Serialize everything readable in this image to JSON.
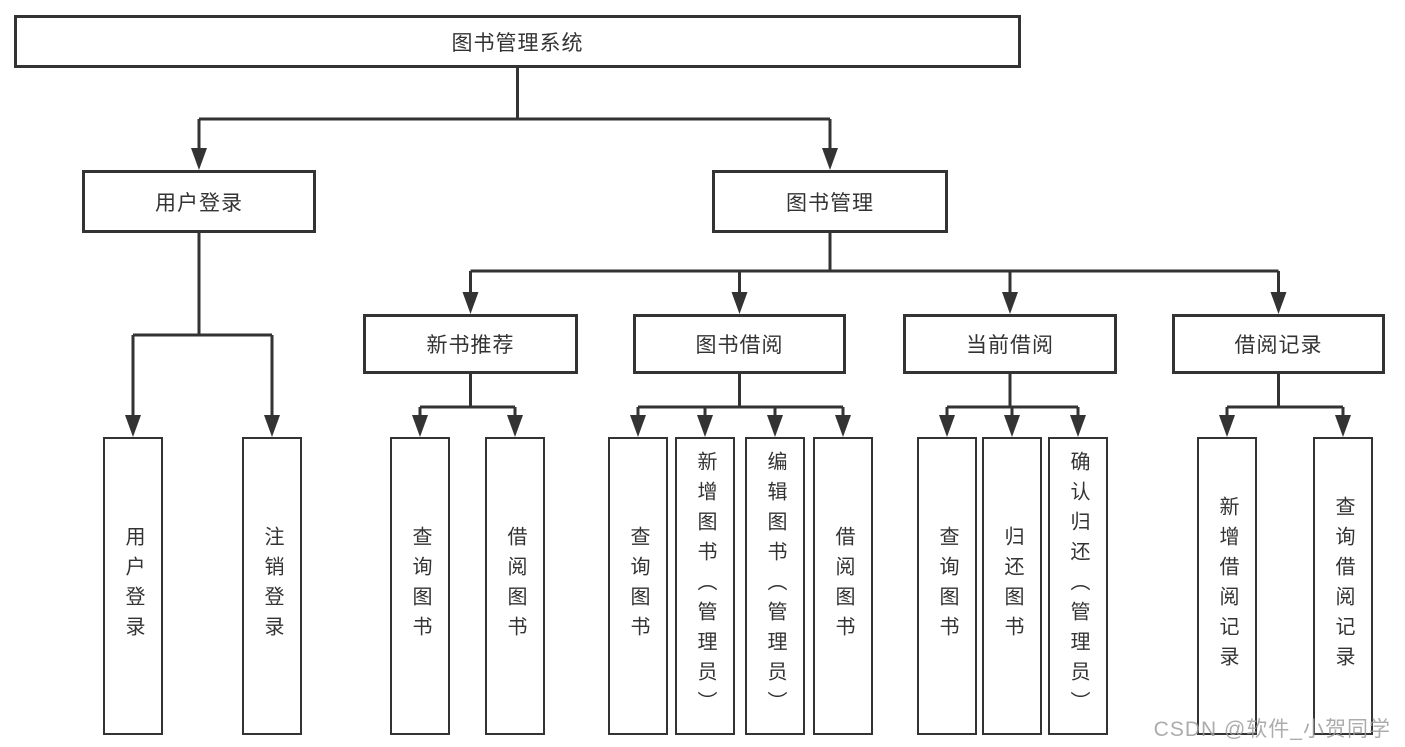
{
  "diagram": {
    "root": {
      "label": "图书管理系统"
    },
    "level2": [
      {
        "label": "用户登录"
      },
      {
        "label": "图书管理"
      }
    ],
    "level3": [
      {
        "label": "新书推荐"
      },
      {
        "label": "图书借阅"
      },
      {
        "label": "当前借阅"
      },
      {
        "label": "借阅记录"
      }
    ],
    "leaves": {
      "user_login": [
        "用户登录",
        "注销登录"
      ],
      "new_book_recommend": [
        "查询图书",
        "借阅图书"
      ],
      "book_borrow": [
        "查询图书",
        "新增图书（管理员）",
        "编辑图书（管理员）",
        "借阅图书"
      ],
      "current_borrow": [
        "查询图书",
        "归还图书",
        "确认归还（管理员）"
      ],
      "borrow_records": [
        "新增借阅记录",
        "查询借阅记录"
      ]
    },
    "watermark": "CSDN @软件_小贺同学",
    "colors": {
      "line": "#333333",
      "text": "#333333",
      "box_fill": "#ffffff",
      "background": "#ffffff",
      "watermark": "#9e9e9e"
    }
  }
}
